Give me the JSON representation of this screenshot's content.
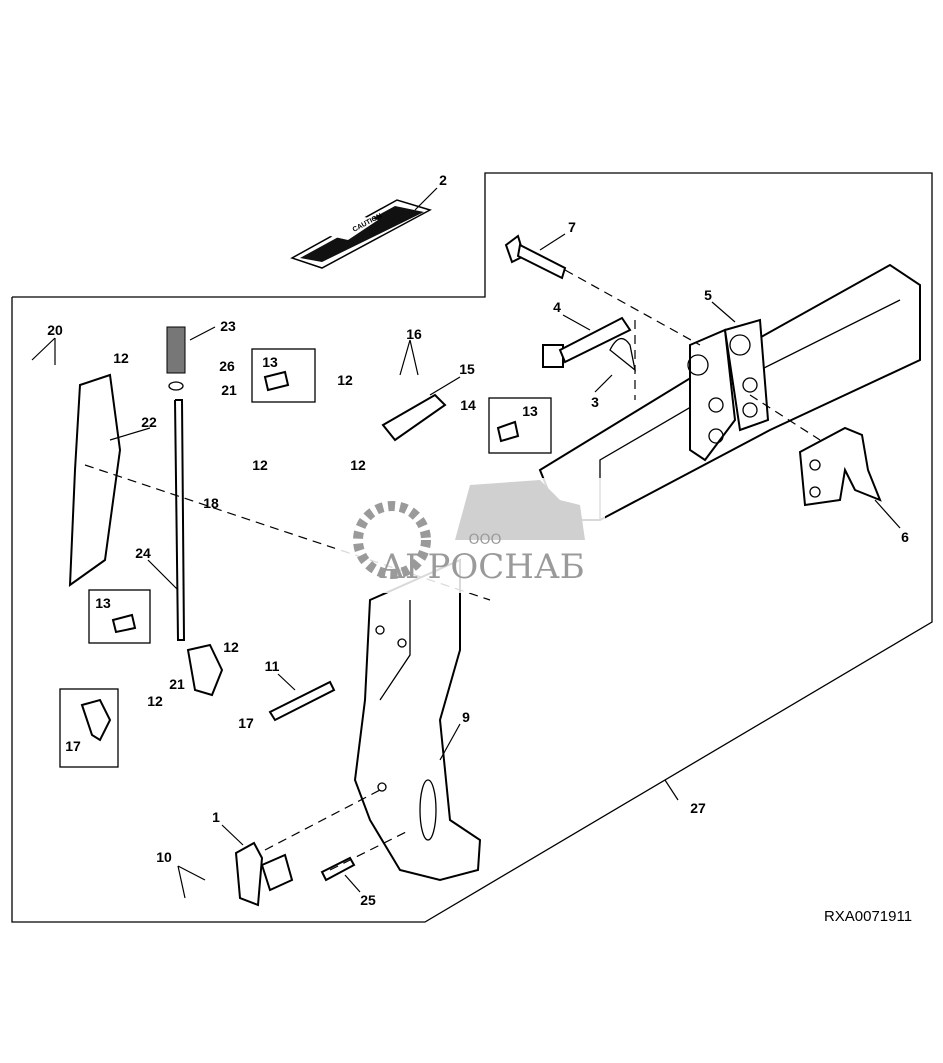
{
  "diagram": {
    "reference_code": "RXA0071911",
    "decal_text": "CAUTION",
    "callouts": {
      "c1": "1",
      "c2": "2",
      "c3": "3",
      "c4": "4",
      "c5": "5",
      "c6": "6",
      "c7": "7",
      "c9": "9",
      "c10": "10",
      "c11": "11",
      "c12a": "12",
      "c12b": "12",
      "c12c": "12",
      "c12d": "12",
      "c12e": "12",
      "c12f": "12",
      "c13a": "13",
      "c13b": "13",
      "c13c": "13",
      "c14": "14",
      "c15": "15",
      "c16": "16",
      "c17a": "17",
      "c17b": "17",
      "c18": "18",
      "c20": "20",
      "c21a": "21",
      "c21b": "21",
      "c22": "22",
      "c23": "23",
      "c24": "24",
      "c25": "25",
      "c26": "26",
      "c27": "27"
    }
  },
  "watermark": {
    "prefix": "ООО",
    "name": "АГРОСНАБ"
  }
}
